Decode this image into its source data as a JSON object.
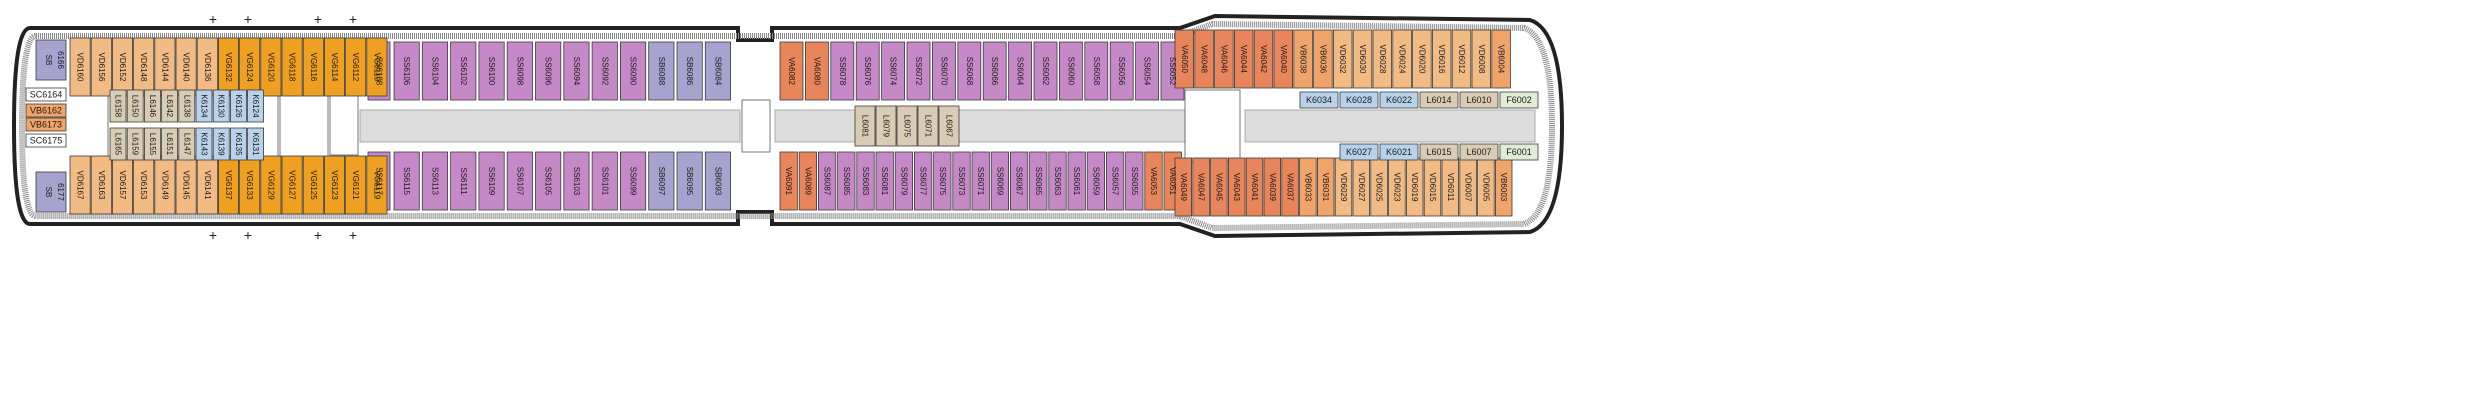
{
  "colors": {
    "SS": "#c489c6",
    "SB": "#a6a4cf",
    "VA": "#e8855a",
    "VB": "#f0a46a",
    "VD": "#f3bb84",
    "VE": "#f6cc9e",
    "VF": "#f8d9b4",
    "VG": "#f0a020",
    "L": "#d9ccb4",
    "K": "#b9d2ec",
    "F": "#e0ecd6",
    "SC": "#ffffff",
    "SQ": "#e0a9b8",
    "CORR": "#dddddd",
    "HULL": "#222222",
    "DECK": "#bbbbbb"
  },
  "icons": {
    "plus": "+",
    "wheelchair": "wheelchair-icon",
    "door": "door-icon"
  },
  "decks": {
    "top_plus": [
      "+",
      "+",
      "+",
      "+"
    ],
    "bottom_plus": [
      "+",
      "+",
      "+",
      "+"
    ]
  },
  "fwd_top": [
    "SS6106",
    "SS6104",
    "SS6102",
    "SS6100",
    "SS6098",
    "SS6096",
    "SS6094",
    "SS6092",
    "SS6090",
    "SB6088",
    "SB6086",
    "SB6084"
  ],
  "fwd_top_first": "SS6108",
  "fwd_bot": [
    "SS6115",
    "SS6113",
    "SS6111",
    "SS6109",
    "SS6107",
    "SS6105",
    "SS6103",
    "SS6101",
    "SS6099",
    "SB6097",
    "SB6095",
    "SB6093"
  ],
  "fwd_bot_first": "SS6117",
  "mid_top": [
    "VA6082",
    "VA6080",
    "SS6078",
    "SS6076",
    "SS6074",
    "SS6072",
    "SS6070",
    "SS6068",
    "SS6066",
    "SS6064",
    "SS6062",
    "SS6060",
    "SS6058",
    "SS6056",
    "SS6054",
    "SS6052"
  ],
  "mid_bot": [
    "VA6091",
    "VA6089",
    "SS6087",
    "SS6085",
    "SS6083",
    "SS6081",
    "SS6079",
    "SS6077",
    "SS6075",
    "SS6073",
    "SS6071",
    "SS6069",
    "SS6067",
    "SS6065",
    "SS6063",
    "SS6061",
    "SS6059",
    "SS6057",
    "SS6055",
    "VA6053",
    "VA6051"
  ],
  "mid_inner": [
    "L6081",
    "L6079",
    "L6075",
    "L6071",
    "L6067"
  ],
  "aft_top": [
    "VA6050",
    "VA6048",
    "VA6046",
    "VA6044",
    "VA6042",
    "VA6040",
    "VB6038",
    "VB6036",
    "VD6032",
    "VD6030",
    "VD6028",
    "VD6024",
    "VD6020",
    "VD6016",
    "VD6012",
    "VD6008",
    "VB6004"
  ],
  "aft_bot": [
    "VA6049",
    "VA6047",
    "VA6045",
    "VA6043",
    "VA6041",
    "VA6039",
    "VA6037",
    "VB6033",
    "VB6031",
    "VD6029",
    "VD6027",
    "VD6025",
    "VD6023",
    "VD6019",
    "VD6015",
    "VD6011",
    "VD6007",
    "VD6005",
    "VB6003"
  ],
  "aft_inner_top": [
    "K6034",
    "K6028",
    "K6022",
    "L6014",
    "L6010",
    "F6002"
  ],
  "aft_inner_bot": [
    "K6027",
    "K6021",
    "L6015",
    "L6007",
    "F6001"
  ],
  "bow_top": [
    "VD6160",
    "VD6156",
    "VD6152",
    "VD6148",
    "VD6144",
    "VD6140",
    "VD6136",
    "VG6132",
    "VG6124",
    "VG6120",
    "VG6118",
    "VG6116",
    "VG6114",
    "VG6112",
    "VG6110"
  ],
  "bow_bot": [
    "VD6167",
    "VD6163",
    "VD6157",
    "VD6153",
    "VD6149",
    "VD6145",
    "VD6141",
    "VG6137",
    "VG6133",
    "VG6129",
    "VG6127",
    "VG6125",
    "VG6123",
    "VG6121",
    "VG6119"
  ],
  "bow_inner_top": [
    "L6158",
    "L6150",
    "L6146",
    "L6142",
    "L6138",
    "K6134",
    "K6130",
    "K6126",
    "K6124"
  ],
  "bow_inner_bot": [
    "L6165",
    "L6159",
    "L6155",
    "L6151",
    "L6147",
    "K6143",
    "K6139",
    "K6135",
    "K6131"
  ],
  "bow_tip_top": [
    "SB",
    "6166"
  ],
  "bow_tip_bot": [
    "SB",
    "6177"
  ],
  "bow_side": [
    "SC6164",
    "VB6162",
    "VB6173",
    "SC6175"
  ]
}
